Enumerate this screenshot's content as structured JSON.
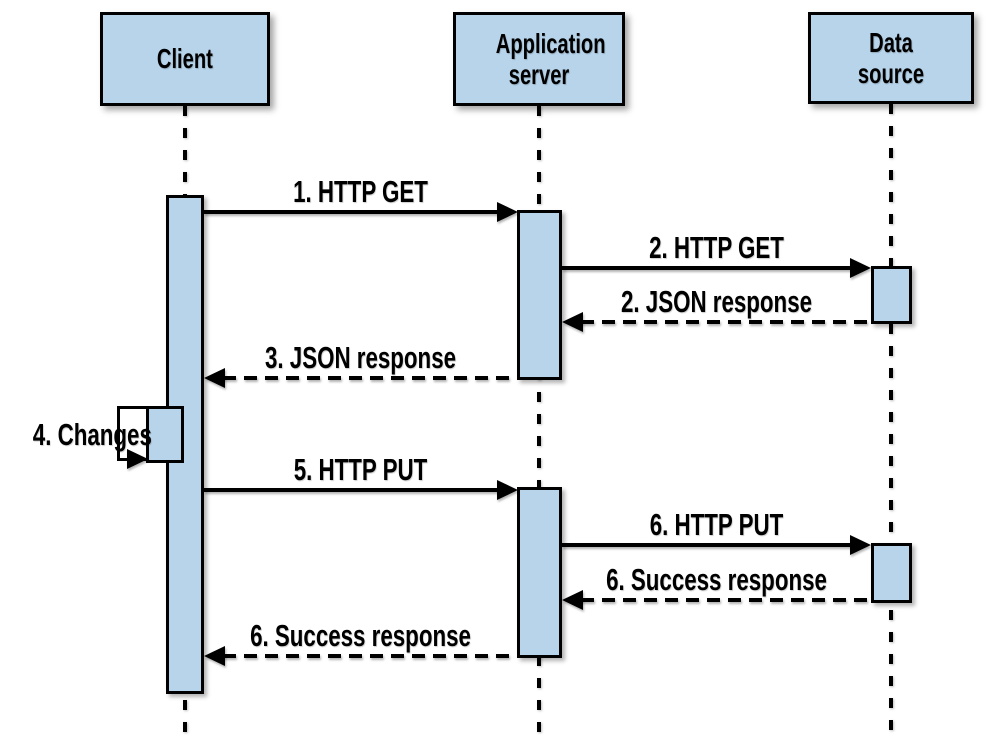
{
  "diagram_type": "uml-sequence-diagram",
  "actors": [
    {
      "id": "client",
      "label": "Client"
    },
    {
      "id": "application-server",
      "label": "Application server"
    },
    {
      "id": "data-source",
      "label": "Data source"
    }
  ],
  "messages": [
    {
      "label": "1. HTTP GET",
      "from": "Client",
      "to": "Application server",
      "style": "solid"
    },
    {
      "label": "2. HTTP GET",
      "from": "Application server",
      "to": "Data source",
      "style": "solid"
    },
    {
      "label": "2. JSON response",
      "from": "Data source",
      "to": "Application server",
      "style": "dashed"
    },
    {
      "label": "3. JSON response",
      "from": "Application server",
      "to": "Client",
      "style": "dashed"
    },
    {
      "label": "4. Changes",
      "from": "Client",
      "to": "Client",
      "style": "self"
    },
    {
      "label": "5. HTTP PUT",
      "from": "Client",
      "to": "Application server",
      "style": "solid"
    },
    {
      "label": "6. HTTP PUT",
      "from": "Application server",
      "to": "Data source",
      "style": "solid"
    },
    {
      "label": "6. Success response",
      "from": "Data source",
      "to": "Application server",
      "style": "dashed"
    },
    {
      "label": "6. Success response",
      "from": "Application server",
      "to": "Client",
      "style": "dashed"
    }
  ],
  "colors": {
    "actor_fill": "#b7d4eb",
    "line": "#000000",
    "self_loop_fill": "#ffffff",
    "background": "#ffffff"
  }
}
